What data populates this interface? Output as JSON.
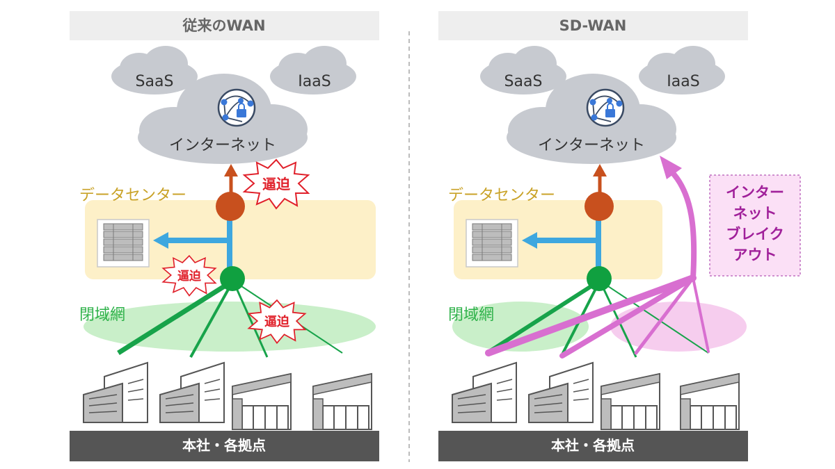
{
  "left_panel": {
    "title": "従来のWAN",
    "saas_label": "SaaS",
    "iaas_label": "IaaS",
    "internet_label": "インターネット",
    "datacenter_label": "データセンター",
    "closed_network_label": "閉域網",
    "congestion_labels": [
      "逼迫",
      "逼迫",
      "逼迫"
    ],
    "footer_label": "本社・各拠点"
  },
  "right_panel": {
    "title": "SD-WAN",
    "saas_label": "SaaS",
    "iaas_label": "IaaS",
    "internet_label": "インターネット",
    "datacenter_label": "データセンター",
    "closed_network_label": "閉域網",
    "breakout_lines": [
      "インター",
      "ネット",
      "ブレイク",
      "アウト"
    ],
    "footer_label": "本社・各拠点"
  },
  "colors": {
    "title_bar": "#eeeeee",
    "cloud": "#c7cad0",
    "datacenter_zone": "#fdf0c8",
    "datacenter_text": "#c9a227",
    "closed_network_zone": "#c9efc9",
    "closed_network_text": "#2fb24a",
    "green_line": "#17a34a",
    "blue_line": "#3ea7df",
    "router_orange": "#c8501e",
    "router_green": "#10a040",
    "arrow_orange": "#c8501e",
    "congestion_text": "#e0202a",
    "breakout_magenta": "#d86fd0",
    "breakout_box": "#fbe0f6",
    "breakout_text": "#a0209a",
    "footer_bar": "#555555",
    "building": "#bdbdbd"
  },
  "icons": [
    "globe-lock-icon",
    "server-rack-icon",
    "office-building-icon",
    "factory-icon",
    "router-icon",
    "explosion-burst-icon"
  ]
}
